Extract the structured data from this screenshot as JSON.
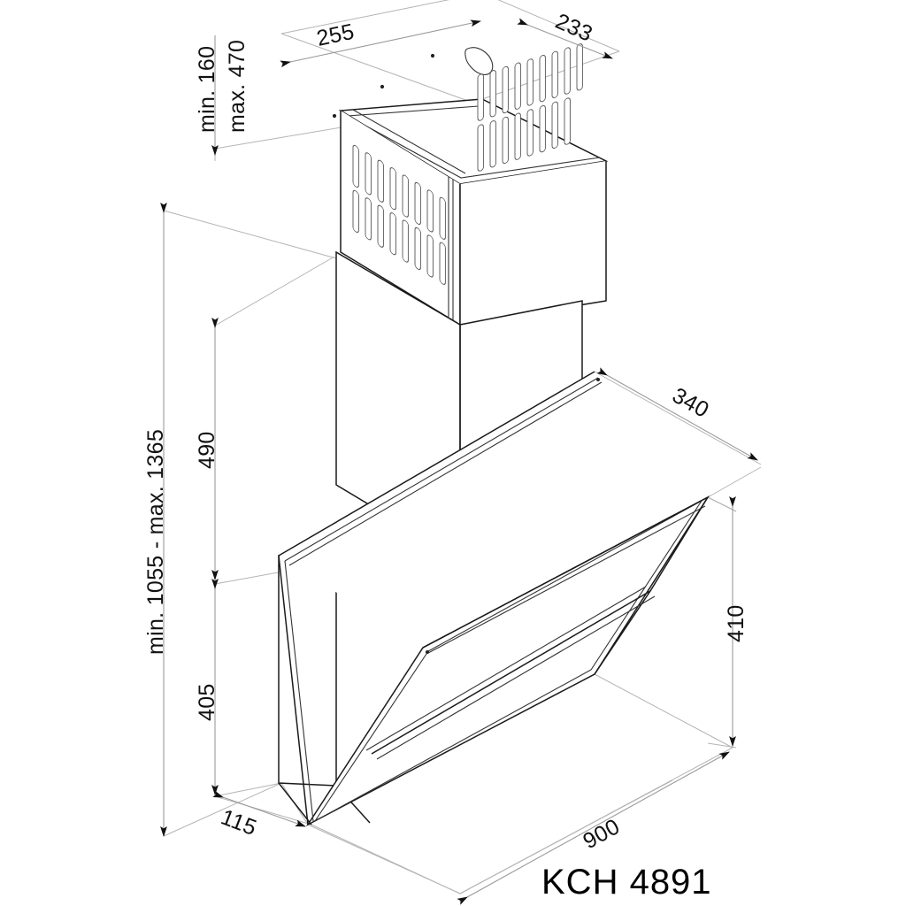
{
  "drawing": {
    "title": "KCH 4891",
    "type": "isometric technical dimension drawing",
    "subject": "angled-glass wall-mounted cooker hood",
    "units": "mm",
    "line_color": "#1a1a1a",
    "dimension_color": "#9a9a9a",
    "background": "#ffffff"
  },
  "dimensions": {
    "chimney_top_width": "255",
    "chimney_top_depth": "233",
    "telescope_min": "min. 160",
    "telescope_max": "max. 470",
    "total_height_range": "min. 1055 - max. 1365",
    "chimney_lower_height": "490",
    "body_height": "405",
    "body_depth": "340",
    "glass_front_height": "410",
    "body_base_offset": "115",
    "body_width": "900"
  },
  "labels": {
    "model": "KCH 4891"
  }
}
